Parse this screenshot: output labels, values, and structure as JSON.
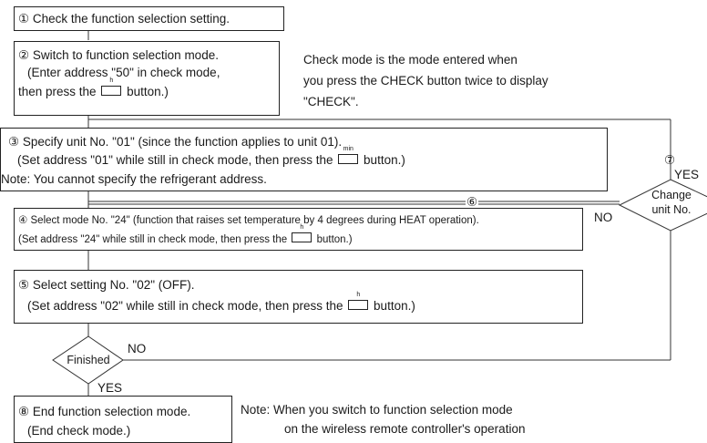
{
  "step1": {
    "text": "① Check the function selection setting."
  },
  "step2": {
    "lines": [
      "② Switch to function selection mode.",
      "(Enter address \"50\" in check mode,",
      "then press the",
      "button.)"
    ],
    "button_cap": "h"
  },
  "check_note": {
    "lines": [
      "Check mode is the mode entered when",
      "you press the CHECK button twice to display",
      "\"CHECK\"."
    ]
  },
  "step3": {
    "lines": [
      "③ Specify unit No. \"01\" (since the function applies to unit 01).",
      "(Set address \"01\" while still in check mode, then press the",
      "button.)",
      "Note: You cannot specify the refrigerant address."
    ],
    "button_cap": "min"
  },
  "step4": {
    "lines": [
      "④ Select mode No. \"24\" (function that raises set temperature by 4 degrees during HEAT operation).",
      "(Set address \"24\" while still in check mode, then press the",
      "button.)"
    ],
    "button_cap": "h"
  },
  "step5": {
    "lines": [
      "⑤ Select setting No. \"02\" (OFF).",
      "(Set address \"02\" while still in check mode, then press the",
      "button.)"
    ],
    "button_cap": "h"
  },
  "decision_change_unit": {
    "lines": [
      "Change",
      "unit No."
    ],
    "yes": "YES",
    "no": "NO"
  },
  "decision_finished": {
    "text": "Finished",
    "yes": "YES",
    "no": "NO"
  },
  "step8": {
    "lines": [
      "⑧ End function selection mode.",
      "(End check mode.)"
    ]
  },
  "bottom_note": {
    "lines": [
      "Note: When you switch to function selection mode",
      "on the wireless remote controller's operation"
    ]
  },
  "markers": {
    "m6": "⑥",
    "m7": "⑦"
  }
}
